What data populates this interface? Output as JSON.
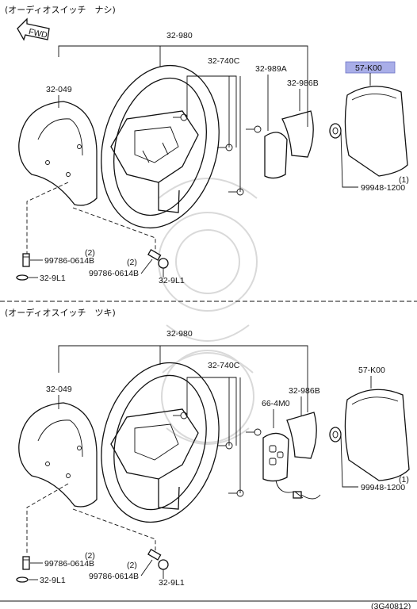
{
  "sections": [
    {
      "title": "(オーディオスイッチ　ナシ)",
      "labels": {
        "steering_wheel": "32-980",
        "cover": "32-049",
        "screw_center": "32-740C",
        "bracket": "32-989A",
        "side_cover": "32-986B",
        "airbag": "57-K00",
        "nut": "99948-1200",
        "nut_qty": "(1)",
        "bolt_left": "99786-0614B",
        "bolt_left_qty": "(2)",
        "clip_left": "32-9L1",
        "bolt_right": "99786-0614B",
        "bolt_right_qty": "(2)",
        "clip_right": "32-9L1"
      }
    },
    {
      "title": "(オーディオスイッチ　ツキ)",
      "labels": {
        "steering_wheel": "32-980",
        "cover": "32-049",
        "screw_center": "32-740C",
        "audio_switch": "66-4M0",
        "side_cover": "32-986B",
        "airbag": "57-K00",
        "nut": "99948-1200",
        "nut_qty": "(1)",
        "bolt_left": "99786-0614B",
        "bolt_left_qty": "(2)",
        "clip_left": "32-9L1",
        "bolt_right": "99786-0614B",
        "bolt_right_qty": "(2)",
        "clip_right": "32-9L1"
      }
    }
  ],
  "fwd_label": "FWD",
  "highlight_color": "#a9aee8",
  "footer_code": "(3G40812)"
}
